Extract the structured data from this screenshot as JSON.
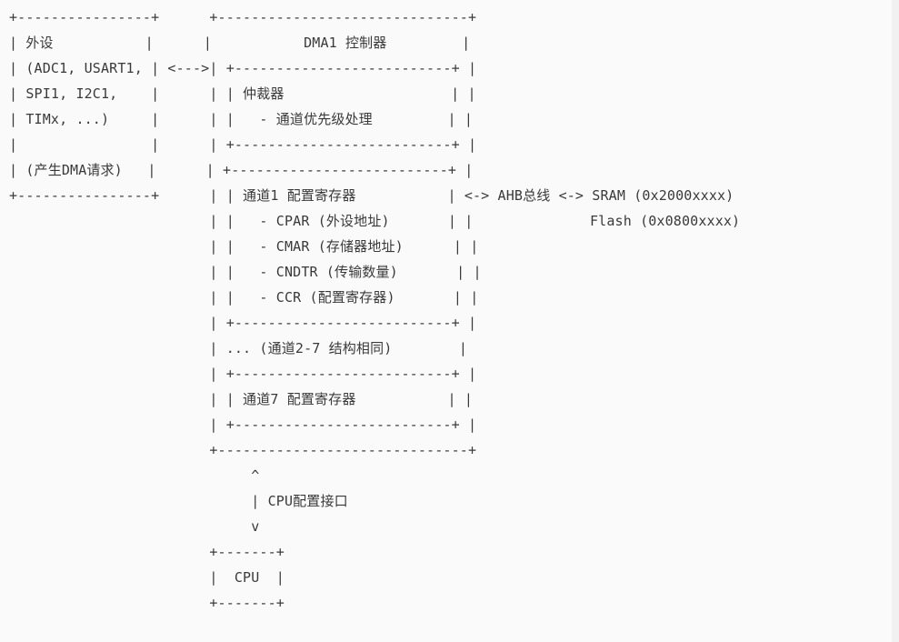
{
  "diagram": {
    "lines": [
      "+----------------+      +------------------------------+",
      "| 外设           |      |           DMA1 控制器         |",
      "| (ADC1, USART1, | <--->| +--------------------------+ |",
      "| SPI1, I2C1,    |      | | 仲裁器                    | |",
      "| TIMx, ...)     |      | |   - 通道优先级处理         | |",
      "|                |      | +--------------------------+ |",
      "| (产生DMA请求)   |      | +--------------------------+ |",
      "+----------------+      | | 通道1 配置寄存器           | <-> AHB总线 <-> SRAM (0x2000xxxx)",
      "                        | |   - CPAR (外设地址)       | |              Flash (0x0800xxxx)",
      "                        | |   - CMAR (存储器地址)      | |",
      "                        | |   - CNDTR (传输数量)       | |",
      "                        | |   - CCR (配置寄存器)       | |",
      "                        | +--------------------------+ |",
      "                        | ... (通道2-7 结构相同)        |",
      "                        | +--------------------------+ |",
      "                        | | 通道7 配置寄存器           | |",
      "                        | +--------------------------+ |",
      "                        +------------------------------+",
      "                             ^",
      "                             | CPU配置接口",
      "                             v",
      "                        +-------+",
      "                        |  CPU  |",
      "                        +-------+"
    ]
  }
}
